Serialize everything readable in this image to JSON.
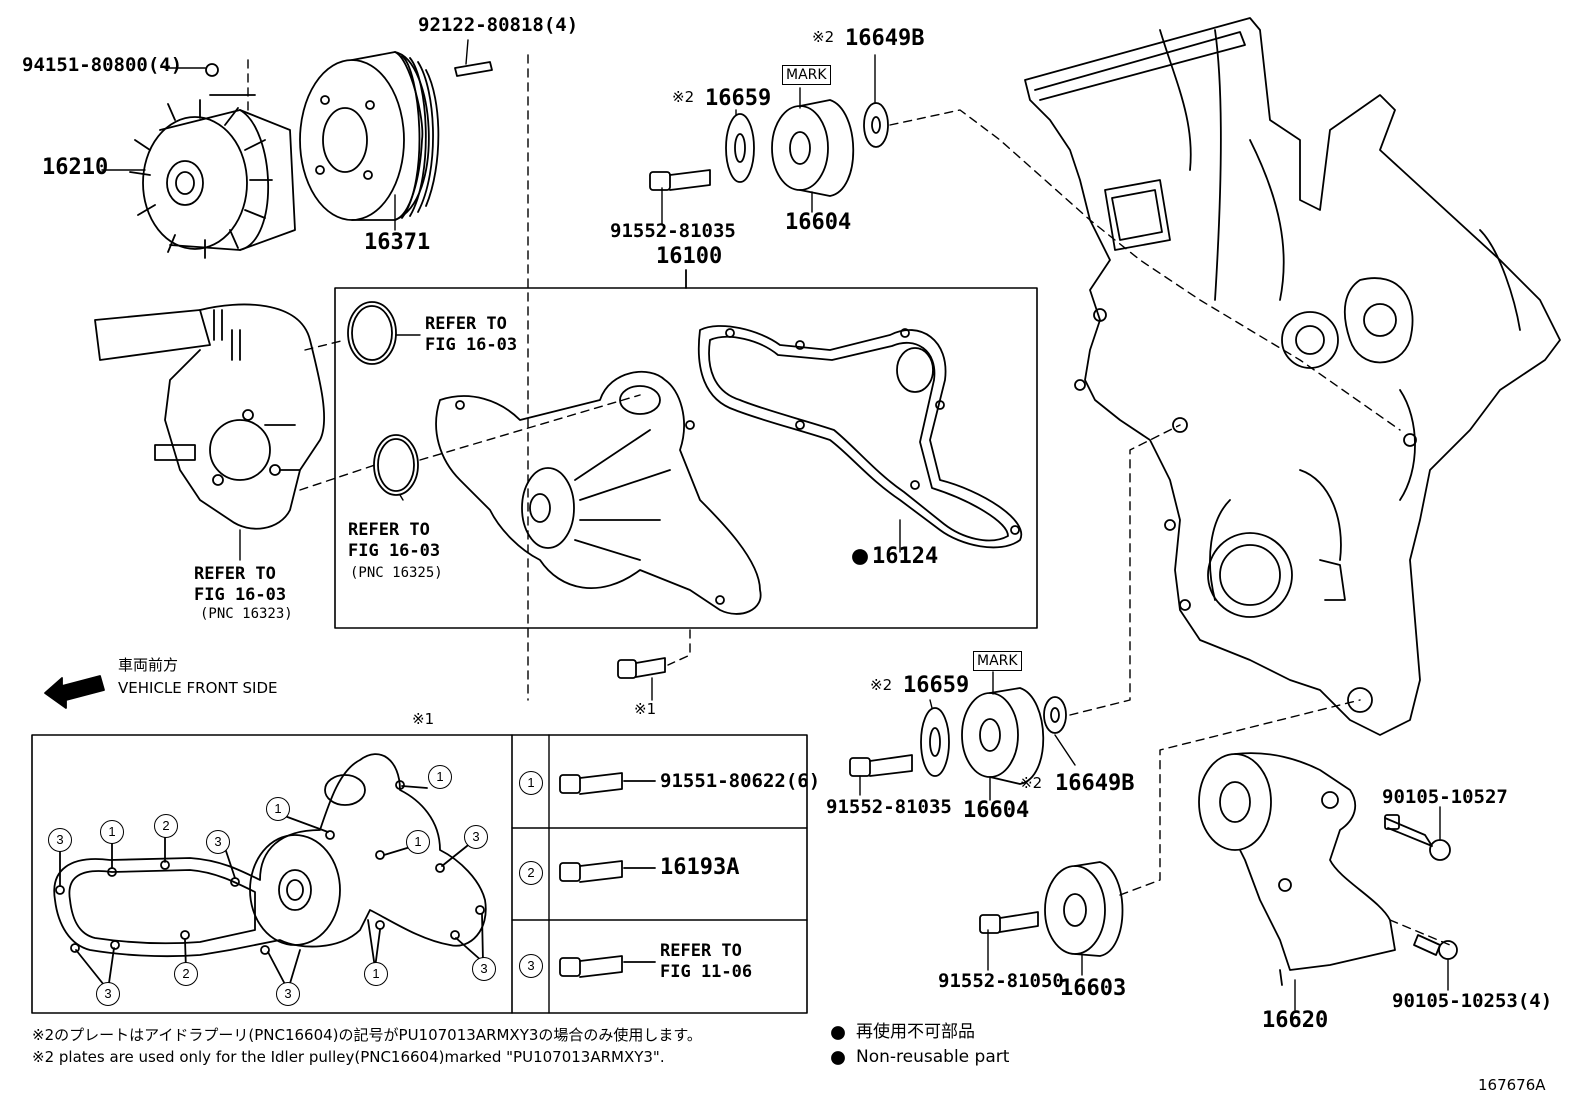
{
  "labels": {
    "p94151": "94151-80800(4)",
    "p92122": "92122-80818(4)",
    "p16210": "16210",
    "p16371": "16371",
    "p16649b_top": "16649B",
    "p16659_top": "16659",
    "mark_top": "MARK",
    "p91552_top": "91552-81035",
    "p16604_top": "16604",
    "p16100": "16100",
    "p16124": "16124",
    "mark_bot": "MARK",
    "p16659_bot": "16659",
    "p16649b_bot": "16649B",
    "p91552_mid": "91552-81035",
    "p16604_bot": "16604",
    "p90105_a": "90105-10527",
    "p90105_b": "90105-10253(4)",
    "p91552_bot": "91552-81050",
    "p16603": "16603",
    "p16620": "16620",
    "mark2": "※2",
    "mark1": "※1",
    "ref_ring1": "REFER TO\nFIG 16-03",
    "ref_ring2": "REFER TO\nFIG 16-03",
    "ref_ring2_pnc": "(PNC 16325)",
    "ref_housing": "REFER TO\nFIG 16-03",
    "ref_housing_pnc": "(PNC 16323)",
    "front_jp": "車両前方",
    "front_en": "VEHICLE FRONT SIDE",
    "detail_title": "※1",
    "key1_part": "91551-80622(6)",
    "key2_part": "16193A",
    "key3_ref": "REFER TO\nFIG 11-06",
    "circ1": "1",
    "circ2": "2",
    "circ3": "3",
    "note_jp": "※2のプレートはアイドラプーリ(PNC16604)の記号がPU107013ARMXY3の場合のみ使用します。",
    "note_en": "※2 plates are used only for the Idler pulley(PNC16604)marked \"PU107013ARMXY3\".",
    "legend_jp": "再使用不可部品",
    "legend_en": "Non-reusable part",
    "figure_id": "167676A"
  }
}
